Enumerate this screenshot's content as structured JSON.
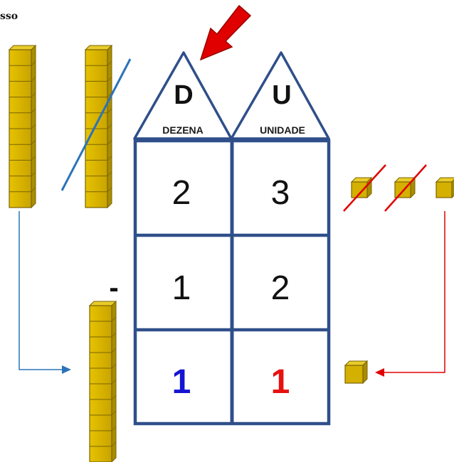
{
  "corner_text": "sso",
  "place_value_table": {
    "tens_header": {
      "letter": "D",
      "word": "DEZENA"
    },
    "units_header": {
      "letter": "U",
      "word": "UNIDADE"
    },
    "minuend": {
      "tens": "2",
      "units": "3"
    },
    "operator": "-",
    "subtrahend": {
      "tens": "1",
      "units": "2"
    },
    "result": {
      "tens": "1",
      "units": "1"
    }
  },
  "colors": {
    "table_border": "#2f4f8a",
    "result_tens": "#1414d2",
    "result_units": "#e81010",
    "block_fill": "#d4b000",
    "block_edge": "#7a6400",
    "arrow_big": "#e00000",
    "arrow_left": "#2b73b8",
    "arrow_right": "#e00000",
    "strike_tens": "#2b73b8",
    "strike_units": "#e00000"
  },
  "icons": {
    "pointer": "red-arrow-icon",
    "ten_rod": "base-ten-rod-icon",
    "unit_cube": "unit-cube-icon"
  }
}
